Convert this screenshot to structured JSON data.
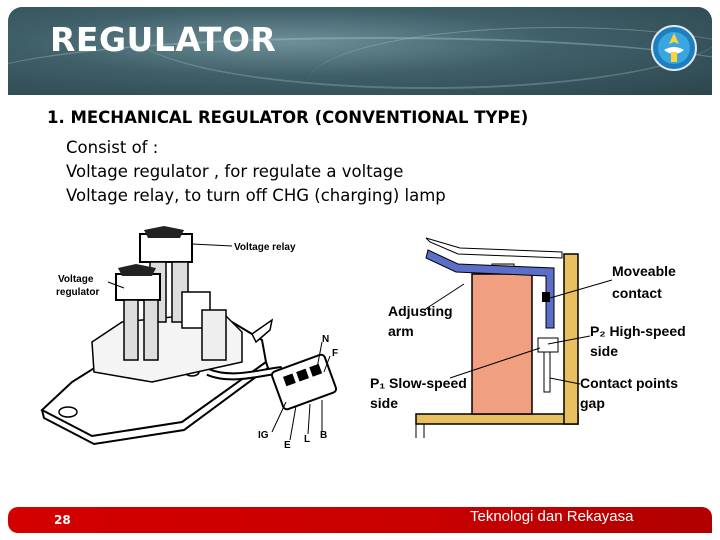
{
  "title": "REGULATOR",
  "section_heading": "1. MECHANICAL REGULATOR (CONVENTIONAL TYPE)",
  "lines": [
    "Consist of :",
    "Voltage regulator , for regulate a voltage",
    "Voltage relay, to turn off CHG (charging) lamp"
  ],
  "left_figure": {
    "voltage_relay": "Voltage relay",
    "voltage_regulator_1": "Voltage",
    "voltage_regulator_2": "regulator",
    "n": "N",
    "f": "F",
    "ig": "IG",
    "e": "E",
    "l": "L",
    "b": "B"
  },
  "right_figure": {
    "moveable_1": "Moveable",
    "moveable_2": "contact",
    "adjusting_1": "Adjusting",
    "adjusting_2": "arm",
    "p2_1": "P₂ High-speed",
    "p2_2": "side",
    "p1_1": "P₁ Slow-speed",
    "p1_2": "side",
    "contact_1": "Contact points",
    "contact_2": "gap"
  },
  "footer": {
    "page_number": "28",
    "text": "Teknologi dan Rekayasa"
  },
  "colors": {
    "header": "#3f5f68",
    "footer": "#c80000",
    "coil": "#f0a080",
    "frame": "#e8c060",
    "arm": "#5b6fc8"
  }
}
